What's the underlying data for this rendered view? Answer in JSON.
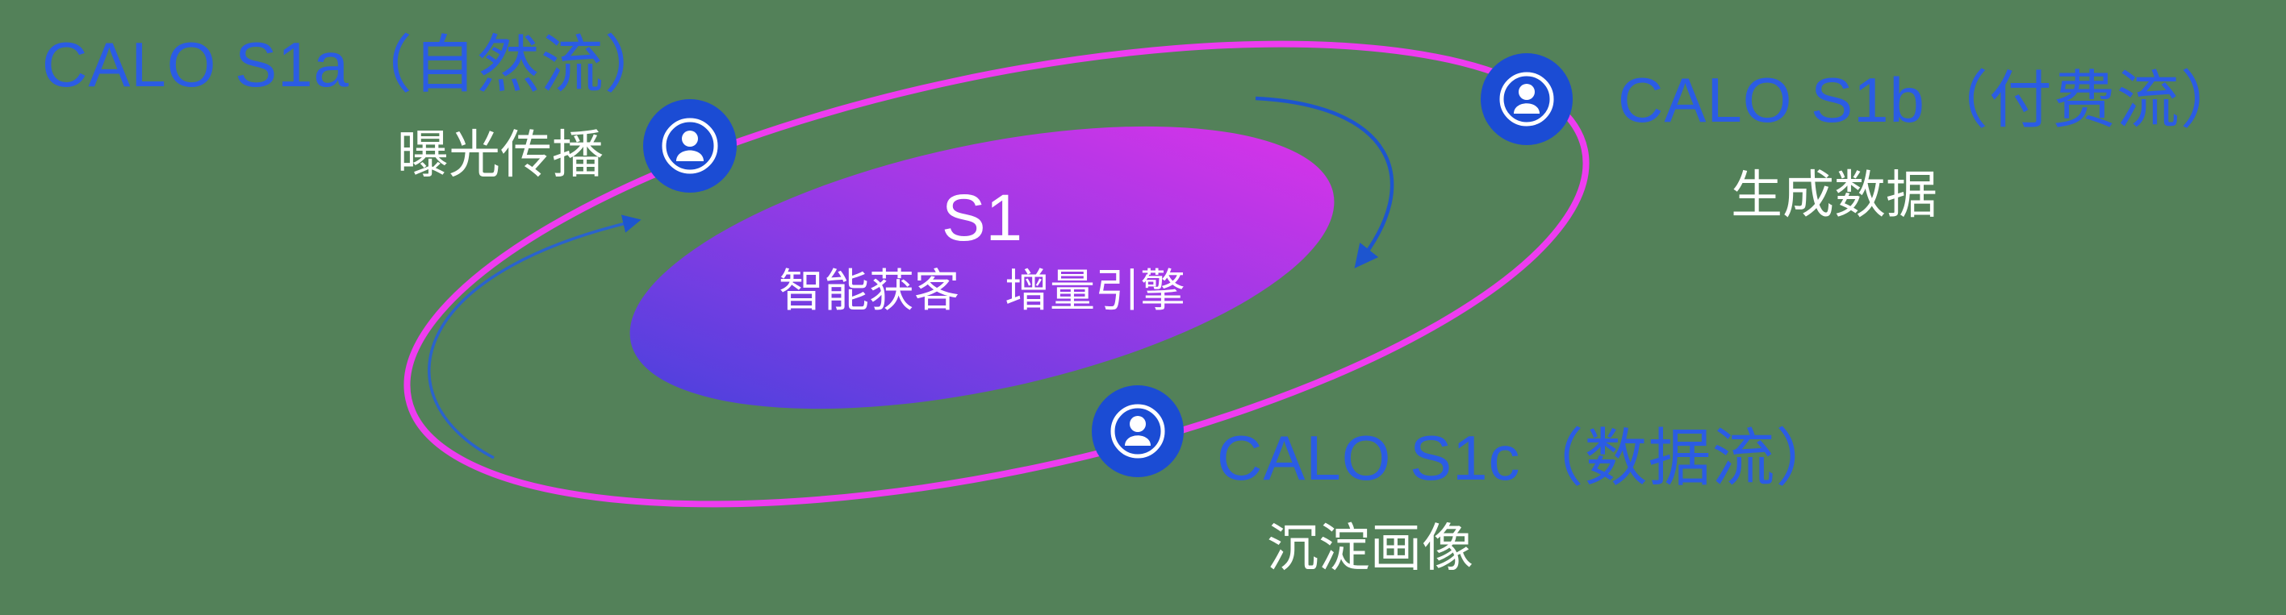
{
  "diagram": {
    "background_color": "#538159",
    "orbit_color": "#ee3cf0",
    "node_color": "#1b4cd4",
    "title_color": "#2b5ce4",
    "arrow_color": "#1d55cf",
    "center_gradient_start": "#4a41dd",
    "center_gradient_end": "#da33e8",
    "text_white": "#ffffff"
  },
  "center": {
    "title": "S1",
    "subtitle": "智能获客　增量引擎"
  },
  "nodes": [
    {
      "id": "s1a",
      "icon": "user-circle-icon",
      "title": "CALO S1a（自然流）",
      "subtitle": "曝光传播"
    },
    {
      "id": "s1b",
      "icon": "user-circle-icon",
      "title": "CALO S1b（付费流）",
      "subtitle": "生成数据"
    },
    {
      "id": "s1c",
      "icon": "user-circle-icon",
      "title": "CALO S1c（数据流）",
      "subtitle": "沉淀画像"
    }
  ]
}
